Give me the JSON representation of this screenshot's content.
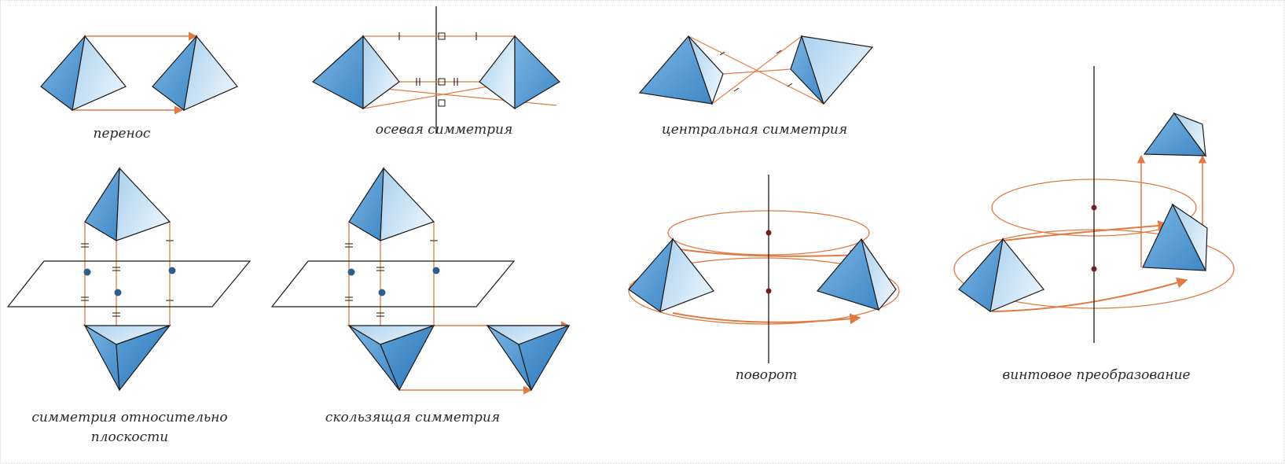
{
  "captions": {
    "translation": "перенос",
    "axial_symmetry": "осевая симметрия",
    "central_symmetry": "центральная симметрия",
    "plane_symmetry_line1": "симметрия относительно",
    "plane_symmetry_line2": "плоскости",
    "glide_symmetry": "скользящая симметрия",
    "rotation": "поворот",
    "screw_transformation": "винтовое преобразование"
  },
  "colors": {
    "arrow": "#e07a45",
    "face_dark": "#4f95d0",
    "face_light": "#d3e8f6",
    "edge": "#1a1a1a",
    "point": "#6e1f1f",
    "text": "#2a2a2a"
  }
}
